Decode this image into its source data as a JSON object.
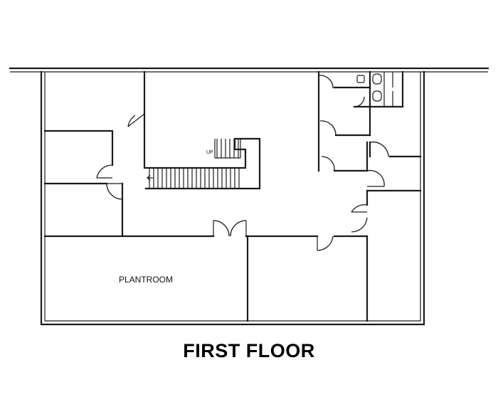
{
  "floor_title": "FIRST FLOOR",
  "rooms": {
    "plantroom_label": "PLANTROOM"
  },
  "stair": {
    "direction_label": "UP"
  },
  "colors": {
    "line": "#1a1a1a",
    "background": "#ffffff"
  }
}
